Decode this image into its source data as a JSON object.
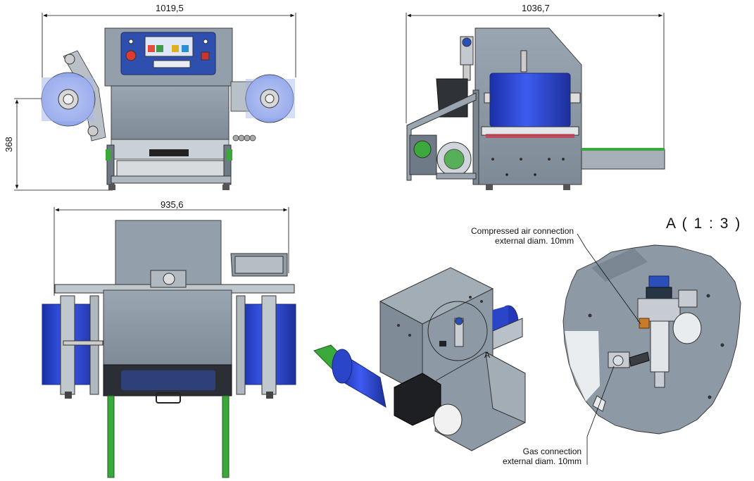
{
  "drawing": {
    "front_view": {
      "width_dimension": "1019,5",
      "height_dimension": "368"
    },
    "side_view": {
      "width_dimension": "1036,7"
    },
    "top_view": {
      "width_dimension": "935,6"
    },
    "isometric_view": {
      "detail_marker": "A"
    },
    "detail_view": {
      "title": "A ( 1 : 3 )",
      "callouts": [
        {
          "line1": "Compressed air connection",
          "line2": "external diam. 10mm"
        },
        {
          "line1": "Gas connection",
          "line2": "external diam. 10mm"
        }
      ]
    }
  },
  "colors": {
    "body_steel": "#8e9aa6",
    "dark_steel": "#5d6873",
    "film_blue": "#2b45c8",
    "rail_green": "#3aa83a",
    "panel_blue": "#2f4fae"
  }
}
